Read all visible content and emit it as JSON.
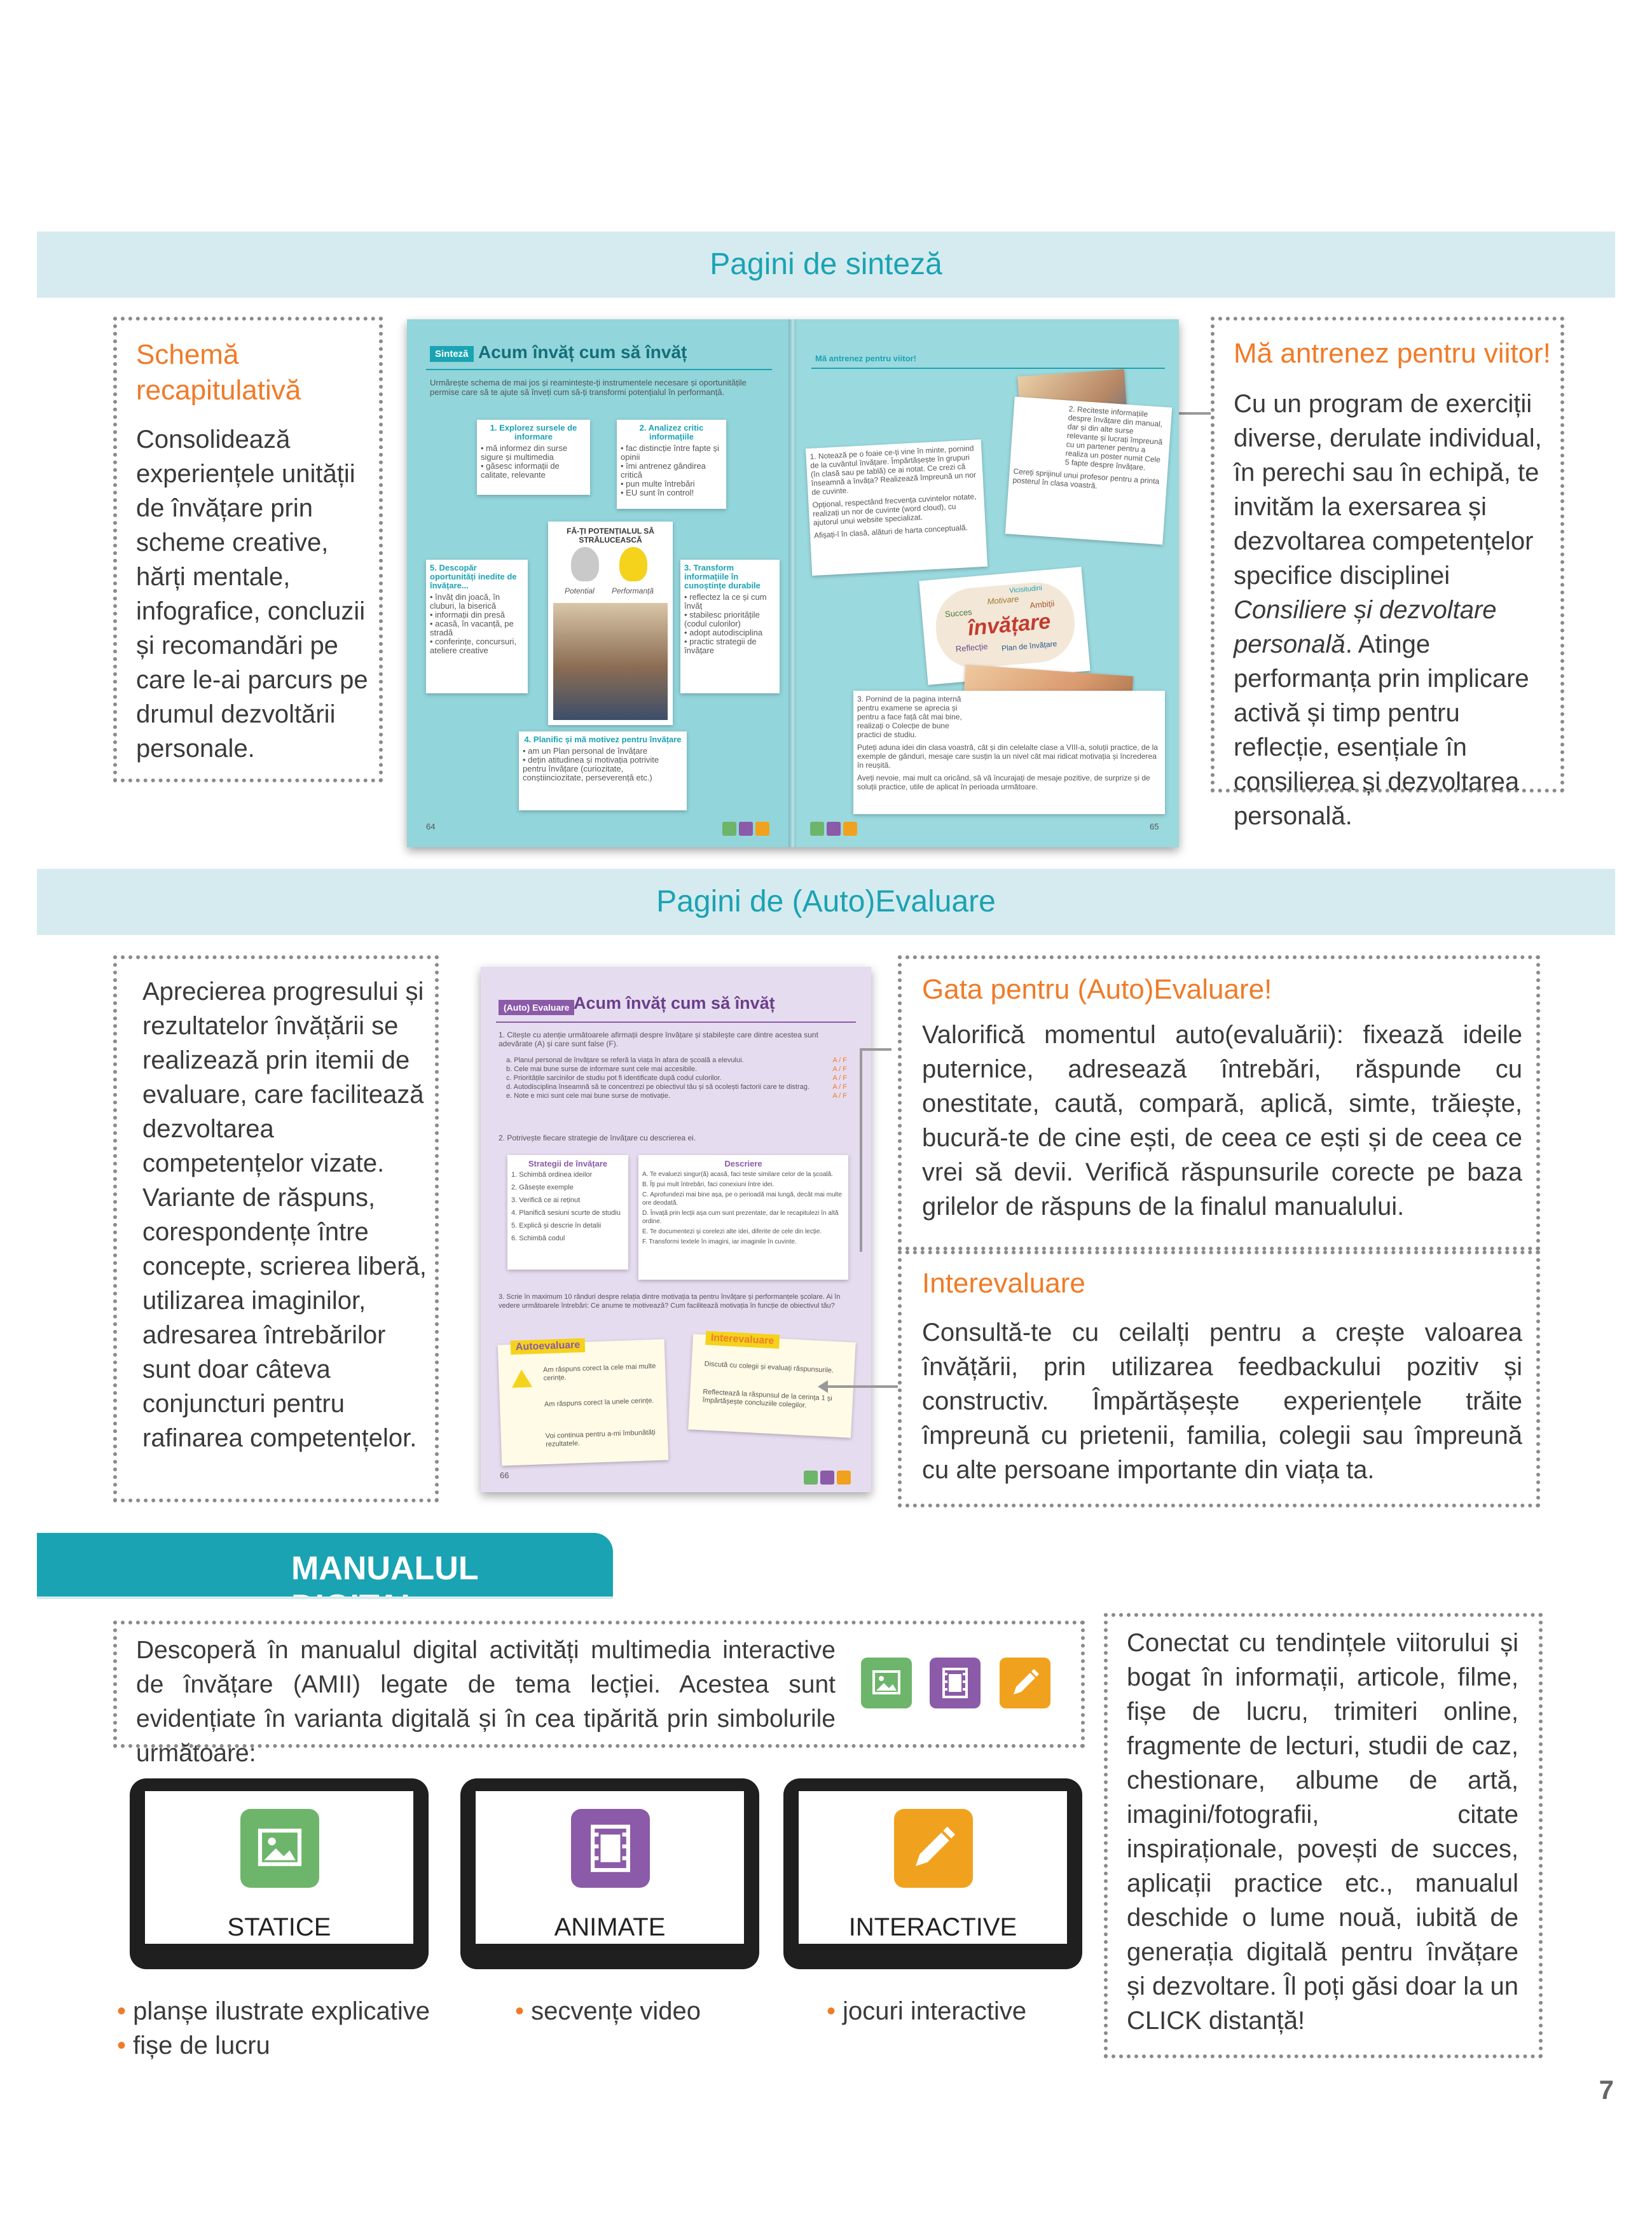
{
  "section_synthesis": {
    "title": "Pagini de sinteză"
  },
  "schema_box": {
    "title": "Schemă recapitulativă",
    "body": "Consolidează experiențele unității de învățare prin scheme creative, hărți mentale, infografice, concluzii și recomandări pe care le-ai parcurs pe drumul dezvoltării personale."
  },
  "antrenez_box": {
    "title": "Mă antrenez pentru viitor!",
    "body_before": "Cu un program de exerciții diverse, derulate individual, în perechi sau în echipă, te invităm la exersarea și dezvoltarea competențelor specifice disciplinei ",
    "body_italic": "Consiliere și dezvoltare personală",
    "body_after": ". Atinge performanța prin implicare activă și timp pentru reflecție, esențiale în consilierea și dezvoltarea personală."
  },
  "spread": {
    "left_tab": "Sinteză",
    "left_title": "Acum învăț cum să învăț",
    "intro": "Urmărește schema de mai jos și reamintește-ți instrumentele necesare și oportunitățile permise care să te ajute să înveți cum să-ți transformi potențialul în performanță.",
    "center_title": "FĂ-ȚI POTENȚIALUL SĂ STRĂLUCEASCĂ",
    "center_left_word": "Potential",
    "center_right_word": "Performanță",
    "node1_title": "1. Explorez sursele de informare",
    "node1_items": [
      "• mă informez din surse sigure și multimedia",
      "• găsesc informații de calitate, relevante"
    ],
    "node2_title": "2. Analizez critic informațiile",
    "node2_items": [
      "• fac distincție între fapte și opinii",
      "• îmi antrenez gândirea critică",
      "• pun multe întrebări",
      "• EU sunt în control!"
    ],
    "node3_title": "3. Transform informațiile în cunoștințe durabile",
    "node3_items": [
      "• reflectez la ce și cum învăț",
      "• stabilesc prioritățile (codul culorilor)",
      "• adopt autodisciplina",
      "• practic strategii de învățare"
    ],
    "node4_title": "4. Planific și mă motivez pentru învățare",
    "node4_items": [
      "• am un Plan personal de învățare",
      "• dețin atitudinea și motivația potrivite pentru învățare (curiozitate, conștiinciozitate, perseverență etc.)"
    ],
    "node5_title": "5. Descopăr oportunități inedite de învățare...",
    "node5_items": [
      "• învăț din joacă, în cluburi, la biserică",
      "• informații din presă",
      "• acasă, în vacanță, pe stradă",
      "• conferințe, concursuri, ateliere creative"
    ],
    "left_page_num": "64",
    "right_header": "Mă antrenez pentru viitor!",
    "task1": "1. Notează pe o foaie ce-ți vine în minte, pornind de la cuvântul învățare. Împărtășește în grupuri (în clasă sau pe tablă) ce ai notat. Ce crezi că înseamnă a învăța? Realizează împreună un nor de cuvinte.",
    "task_extra": "Opțional, respectând frecvența cuvintelor notate, realizați un nor de cuvinte (word cloud), cu ajutorul unui website specializat.",
    "task_extra2": "Afișați-l în clasă, alături de harta conceptuală.",
    "task2": "2. Reciteste informațiile despre învățare din manual, dar și din alte surse relevante și lucrați împreună cu un partener pentru a realiza un poster numit Cele 5 fapte despre învățare.",
    "task2b": "Cereți sprijinul unui profesor pentru a printa posterul în clasa voastră.",
    "task3": "3. Pornind de la pagina internă pentru examene se aprecia și pentru a face față cât mai bine, realizați o Colecție de bune practici de studiu.",
    "task3b": "Puteți aduna idei din clasa voastră, cât și din celelalte clase a VIII-a, soluții practice, de la exemple de gânduri, mesaje care susțin la un nivel cât mai ridicat motivația și încrederea în reușită.",
    "task3c": "Aveți nevoie, mai mult ca oricând, să vă încurajați de mesaje pozitive, de surprize și de soluții practice, utile de aplicat în perioada următoare.",
    "cloud_big": "învățare",
    "cloud_words": [
      "Motivare",
      "Vicisitudini",
      "Succes",
      "Reflecție",
      "Ambiții",
      "Plan de învățare"
    ],
    "right_page_num": "65"
  },
  "section_eval": {
    "title": "Pagini de (Auto)Evaluare"
  },
  "apreciere_box": {
    "body": "Aprecierea progresului și rezultatelor învățării se realizează prin itemii de evaluare, care facilitează dezvoltarea competențelor vizate. Variante de răspuns, corespondențe între concepte, scrierea liberă, utilizarea imaginilor, adresarea întrebărilor sunt doar câteva conjuncturi pentru rafinarea competențelor."
  },
  "eval_page": {
    "tab": "(Auto) Evaluare",
    "title": "Acum învăț cum să învăț",
    "q1": "1. Citește cu atenție următoarele afirmații despre învățare și stabilește care dintre acestea sunt adevărate (A) și care sunt false (F).",
    "q1_items": [
      "a. Planul personal de învățare se referă la viața în afara de școală a elevului.",
      "b. Cele mai bune surse de informare sunt cele mai accesibile.",
      "c. Prioritățile sarcinilor de studiu pot fi identificate după codul culorilor.",
      "d. Autodisciplina înseamnă să te concentrezi pe obiectivul tău și să ocolești factorii care te distrag.",
      "e. Note e mici sunt cele mai bune surse de motivație."
    ],
    "af": "A / F",
    "q2": "2. Potrivește fiecare strategie de învățare cu descrierea ei.",
    "strat_header": "Strategii de învățare",
    "strat_items": [
      "1. Schimbă ordinea ideilor",
      "2. Găsește exemple",
      "3. Verifică ce ai reținut",
      "4. Planifică sesiuni scurte de studiu",
      "5. Explică și descrie în detalii",
      "6. Schimbă codul"
    ],
    "desc_header": "Descriere",
    "desc_items": [
      "A. Te evaluezi singur(ă) acasă, faci teste similare celor de la școală.",
      "B. Îți pui mult întrebări, faci conexiuni între idei.",
      "C. Aprofundezi mai bine așa, pe o perioadă mai lungă, decât mai multe ore deodată.",
      "D. Învață prin lecții așa cum sunt prezentate, dar le recapitulezi în altă ordine.",
      "E. Te documentezi și corelezi alte idei, diferite de cele din lecție.",
      "F. Transformi textele în imagini, iar imaginile în cuvinte."
    ],
    "q3": "3. Scrie în maximum 10 rânduri despre relația dintre motivația ta pentru învățare și performanțele școlare. Ai în vedere următoarele întrebări: Ce anume te motivează? Cum facilitează motivația în funcție de obiectivul tău?",
    "auto_label": "Autoevaluare",
    "auto_items": [
      "Am răspuns corect la cele mai multe cerințe.",
      "Am răspuns corect la unele cerințe.",
      "Voi continua pentru a-mi îmbunătăți rezultatele."
    ],
    "inter_label": "Interevaluare",
    "inter_items": [
      "Discută cu colegii și evaluați răspunsurile.",
      "Reflectează la răspunsul de la cerința 1 și împărtășește concluziile colegilor."
    ],
    "page_num": "66"
  },
  "gata_box": {
    "title": "Gata pentru (Auto)Evaluare!",
    "body": "Valorifică momentul auto(evaluării): fixează ideile puternice, adresează întrebări, răspunde cu onestitate, caută, compară, aplică, simte, trăiește, bucură-te de cine ești, de ceea ce ești și de ceea ce vrei să devii. Verifică răspunsurile corecte pe baza grilelor de răspuns de la finalul manualului."
  },
  "inter_box": {
    "title": "Interevaluare",
    "body": "Consultă-te cu ceilalți pentru a crește valoarea învățării, prin utilizarea feedbackului pozitiv și constructiv. Împărtășește experiențele trăite împreună cu prietenii, familia, colegii sau împreună cu alte persoane importante din viața ta."
  },
  "digital": {
    "title": "MANUALUL DIGITAL",
    "descopera": "Descoperă în manualul digital activități multimedia interactive de învățare (AMII) legate de tema lecției. Acestea sunt evidențiate în varianta digitală și în cea tipărită prin simbolurile următoare:",
    "conectat": "Conectat cu tendințele viitorului și bogat în informații, articole, filme, fișe de lucru, trimiteri online, fragmente de lecturi, studii de caz, chestionare, albume de artă, imagini/fotografii, citate inspiraționale, povești de succes, aplicații practice etc., manualul deschide o lume nouă, iubită de generația digitală pentru învățare și dezvoltare. Îl poți găsi doar la un CLICK distanță!",
    "tablets": [
      {
        "label": "STATICE",
        "color": "#6db56a",
        "icon": "image-icon"
      },
      {
        "label": "ANIMATE",
        "color": "#8b5aa8",
        "icon": "film-icon"
      },
      {
        "label": "INTERACTIVE",
        "color": "#f0a21e",
        "icon": "pencil-icon"
      }
    ],
    "bullets_static": [
      "planșe ilustrate explicative",
      "fișe de lucru"
    ],
    "bullets_animate": [
      "secvențe video"
    ],
    "bullets_interactive": [
      "jocuri interactive"
    ]
  },
  "page_number": "7",
  "colors": {
    "teal": "#1aa3b3",
    "band": "#d6ebef",
    "orange": "#f07b28",
    "green": "#6db56a",
    "purple": "#8b5aa8",
    "amber": "#f0a21e"
  }
}
